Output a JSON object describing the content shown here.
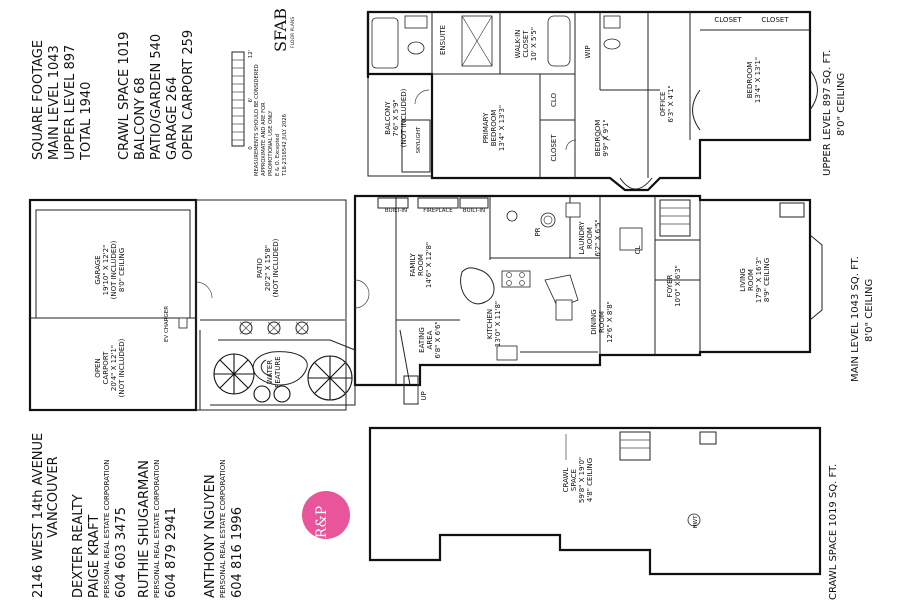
{
  "address": {
    "line1": "2146 WEST 14th AVENUE",
    "line2": "VANCOUVER"
  },
  "contacts": {
    "brokerage": "DEXTER REALTY",
    "agents": [
      {
        "name": "PAIGE KRAFT",
        "title": "PERSONAL REAL ESTATE CORPORATION",
        "phone": "604 603 3475"
      },
      {
        "name": "RUTHIE SHUGARMAN",
        "title": "PERSONAL REAL ESTATE CORPORATION",
        "phone": "604 879 2941"
      },
      {
        "name": "ANTHONY NGUYEN",
        "title": "PERSONAL REAL ESTATE CORPORATION",
        "phone": "604 816 1996"
      }
    ]
  },
  "logo_rp": {
    "text": "R&P",
    "color": "#e8559a"
  },
  "square_footage": {
    "heading": "SQUARE FOOTAGE",
    "main_level": "MAIN LEVEL 1043",
    "upper_level": "UPPER LEVEL 897",
    "total": "TOTAL 1940",
    "crawl_space": "CRAWL SPACE 1019",
    "balcony": "BALCONY 68",
    "patio_garden": "PATIO/GARDEN 540",
    "garage": "GARAGE 264",
    "open_carport": "OPEN CARPORT 259"
  },
  "scale": {
    "label_0": "0",
    "label_6": "6'",
    "label_12": "12'"
  },
  "disclaimer": {
    "line1": "MEASUREMENTS SHOULD BE CONSIDERED",
    "line2": "APPROXIMATE AND ARE FOR",
    "line3": "PROMOTIONAL USE ONLY",
    "line4": "E & O. Excepted",
    "line5": "T18-2316542 JULY 2026"
  },
  "sfab_logo": {
    "text": "SFAB",
    "sub": "FLOOR PLANS"
  },
  "levels": {
    "upper": {
      "line1": "UPPER LEVEL 897 SQ. FT.",
      "line2": "8'0\" CEILING"
    },
    "main": {
      "line1": "MAIN LEVEL 1043 SQ. FT.",
      "line2": "8'0\" CEILING"
    },
    "crawl": {
      "line1": "CRAWL SPACE 1019 SQ. FT."
    }
  },
  "rooms": {
    "balcony": [
      "BALCONY",
      "7'6\" X 5'9\"",
      "(NOT INCLUDED)"
    ],
    "primary_bedroom": [
      "PRIMARY",
      "BEDROOM",
      "13'4\" X 13'3\""
    ],
    "walkin": [
      "WALK-IN",
      "CLOSET",
      "10' X 5'5\""
    ],
    "ensuite": [
      "ENSUITE"
    ],
    "bedroom_mid": [
      "BEDROOM",
      "9'9\" X 9'1\""
    ],
    "office": [
      "OFFICE",
      "6'3\" X 4'1\""
    ],
    "bedroom_right": [
      "BEDROOM",
      "13'4\" X 13'1\""
    ],
    "closet_a": "CLOSET",
    "closet_b": "CLOSET",
    "clo": "CLO",
    "wip": "WIP",
    "closet_top": "CLOSET",
    "closet_top2": "CLOSET",
    "garage": [
      "GARAGE",
      "19'10\" X 12'2\"",
      "(NOT INCLUDED)",
      "8'0\" CEILING"
    ],
    "patio": [
      "PATIO",
      "20'2\" X 15'8\"",
      "(NOT INCLUDED)"
    ],
    "carport": [
      "OPEN",
      "CARPORT",
      "20'4\" X 12'1\"",
      "(NOT INCLUDED)"
    ],
    "water_feature": [
      "WATER",
      "FEATURE"
    ],
    "family_room": [
      "FAMILY",
      "ROOM",
      "14'6\" X 12'8\""
    ],
    "kitchen": [
      "KITCHEN",
      "13'0\" X 11'8\""
    ],
    "eating_area": [
      "EATING",
      "AREA",
      "6'8\" X 6'6\""
    ],
    "dining_room": [
      "DINING",
      "ROOM",
      "12'6\" X 8'8\""
    ],
    "laundry": [
      "LAUNDRY",
      "ROOM",
      "6'2\" X 6'5\""
    ],
    "foyer": [
      "FOYER",
      "10'0\" X 6'3\""
    ],
    "living_room": [
      "LIVING",
      "ROOM",
      "17'9\" X 16'3\"",
      "8'9\" CEILING"
    ],
    "crawl_space": [
      "CRAWL",
      "SPACE",
      "59'8\" X 19'0\"",
      "4'8\" CEILING"
    ],
    "pr": "PR",
    "cl": "CL",
    "built_in": "BUILT-IN",
    "fireplace": "FIREPLACE",
    "ev_charger": "EV CHARGER",
    "up": "UP",
    "hwt": "HWT",
    "skylight": "SKYLIGHT"
  }
}
